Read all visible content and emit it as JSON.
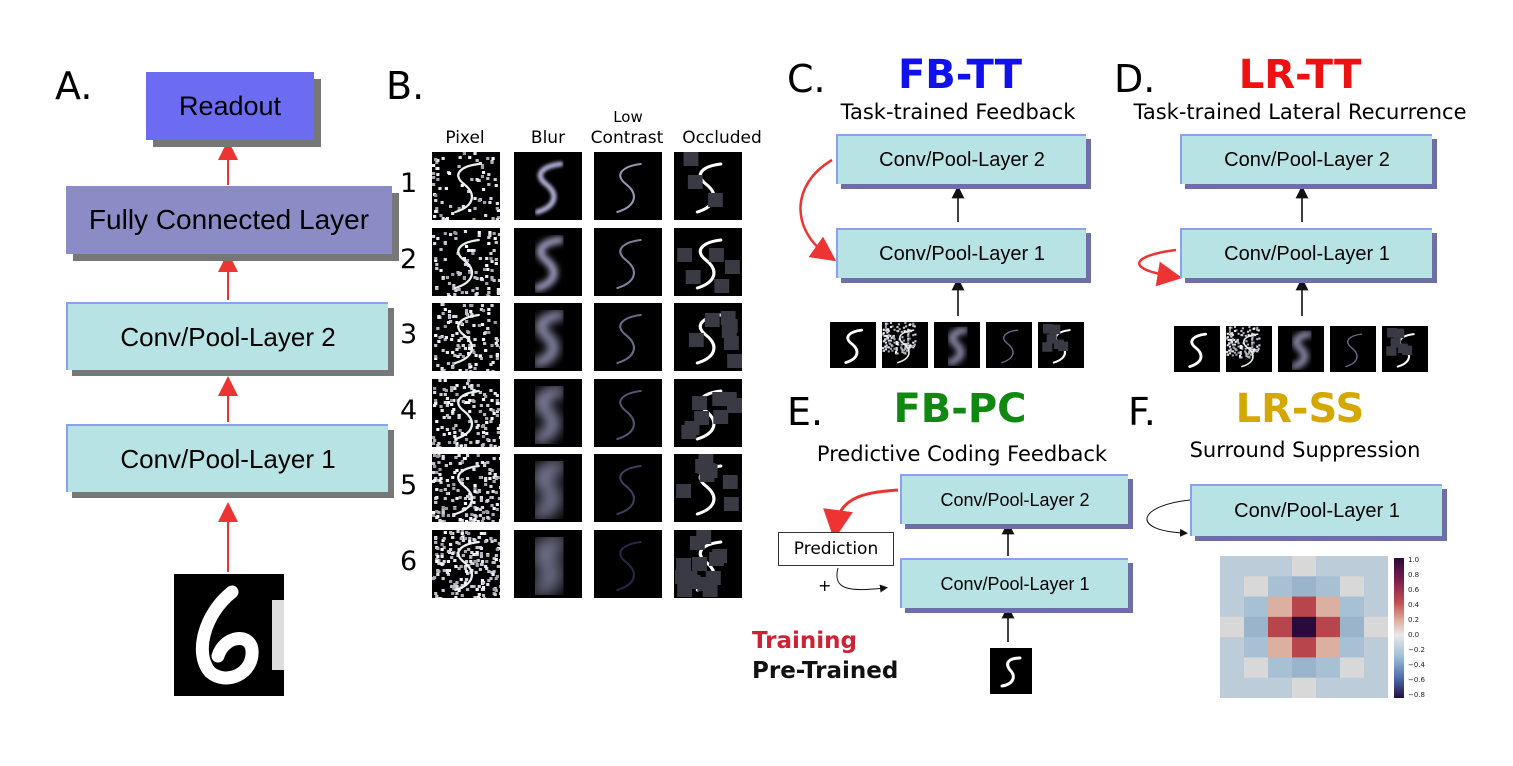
{
  "panel_a": {
    "letter": "A.",
    "readout": "Readout",
    "fc_layer": "Fully Connected Layer",
    "conv2": "Conv/Pool-Layer 2",
    "conv1": "Conv/Pool-Layer 1"
  },
  "panel_b": {
    "letter": "B.",
    "columns": [
      "Pixel",
      "Blur",
      "Low\nContrast",
      "Occluded"
    ],
    "col_pixel": "Pixel",
    "col_blur": "Blur",
    "col_low": "Low",
    "col_contrast": "Contrast",
    "col_occluded": "Occluded",
    "rows": [
      "1",
      "2",
      "3",
      "4",
      "5",
      "6"
    ]
  },
  "panel_c": {
    "letter": "C.",
    "title": "FB-TT",
    "title_color": "#1111ee",
    "subtitle": "Task-trained Feedback",
    "conv2": "Conv/Pool-Layer 2",
    "conv1": "Conv/Pool-Layer 1"
  },
  "panel_d": {
    "letter": "D.",
    "title": "LR-TT",
    "title_color": "#ee1111",
    "subtitle": "Task-trained Lateral Recurrence",
    "conv2": "Conv/Pool-Layer 2",
    "conv1": "Conv/Pool-Layer 1"
  },
  "panel_e": {
    "letter": "E.",
    "title": "FB-PC",
    "title_color": "#118811",
    "subtitle": "Predictive Coding Feedback",
    "conv2": "Conv/Pool-Layer 2",
    "conv1": "Conv/Pool-Layer 1",
    "prediction": "Prediction",
    "plus": "+"
  },
  "panel_f": {
    "letter": "F.",
    "title": "LR-SS",
    "title_color": "#d4a800",
    "subtitle": "Surround Suppression",
    "conv1": "Conv/Pool-Layer 1",
    "colorbar_ticks": [
      "1.0",
      "0.8",
      "0.6",
      "0.4",
      "0.2",
      "0.0",
      "−0.2",
      "−0.4",
      "−0.6",
      "−0.8"
    ],
    "kernel": [
      [
        0.1,
        0.05,
        0.05,
        0.0,
        0.05,
        0.05,
        0.1
      ],
      [
        0.05,
        0.0,
        -0.05,
        -0.1,
        -0.05,
        0.0,
        0.05
      ],
      [
        0.05,
        -0.05,
        0.35,
        0.55,
        0.35,
        -0.05,
        0.05
      ],
      [
        0.0,
        -0.1,
        0.55,
        1.0,
        0.55,
        -0.1,
        0.0
      ],
      [
        0.05,
        -0.05,
        0.35,
        0.55,
        0.35,
        -0.05,
        0.05
      ],
      [
        0.05,
        0.0,
        -0.05,
        -0.1,
        -0.05,
        0.0,
        0.05
      ],
      [
        0.1,
        0.05,
        0.05,
        0.0,
        0.05,
        0.05,
        0.1
      ]
    ]
  },
  "legend": {
    "training": "Training",
    "training_color": "#cc2233",
    "pretrained": "Pre-Trained",
    "pretrained_color": "#111111"
  },
  "colors": {
    "red_arrow": "#ee3333",
    "black_arrow": "#111111"
  }
}
